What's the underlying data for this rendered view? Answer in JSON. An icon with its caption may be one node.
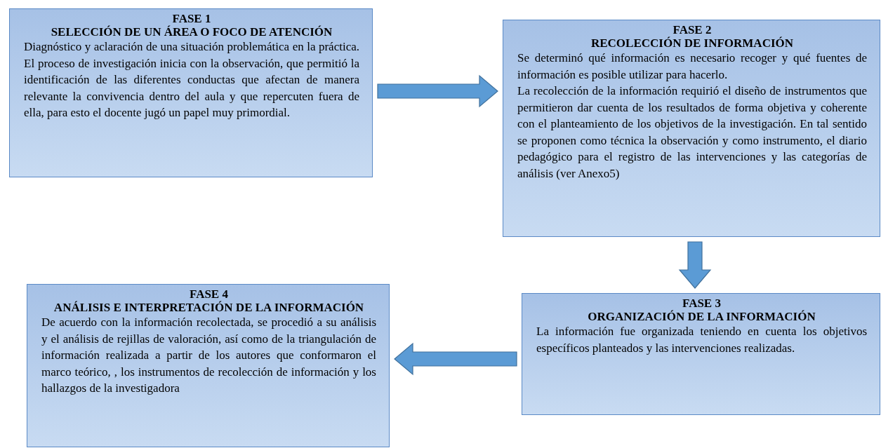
{
  "diagram": {
    "nodes": [
      {
        "text": [
          "FASE 1",
          "SELECCIÓN DE UN ÁREA O FOCO DE ATENCIÓN",
          "Diagnóstico y aclaración de una situación problemática en la práctica. El proceso de investigación inicia con la observación, que permitió la identificación de las diferentes conductas que afectan de manera relevante la convivencia dentro del aula y que repercuten fuera de ella, para esto el docente jugó un papel muy primordial."
        ]
      },
      {
        "text": [
          "FASE 2",
          "RECOLECCIÓN DE INFORMACIÓN",
          "Se determinó qué información es necesario recoger y qué fuentes de información es posible utilizar para hacerlo.",
          "La recolección de la información requirió el diseño de instrumentos que permitieron dar cuenta de los resultados de forma objetiva y coherente con el planteamiento de los objetivos de la investigación. En tal sentido se proponen como técnica la observación y como instrumento, el diario pedagógico para el registro de las intervenciones y las categorías de análisis (ver Anexo5)"
        ]
      },
      {
        "text": [
          "FASE 3",
          "ORGANIZACIÓN DE LA INFORMACIÓN",
          "La información fue organizada teniendo en cuenta los objetivos específicos planteados y las intervenciones realizadas."
        ]
      },
      {
        "text": [
          "FASE 4",
          "ANÁLISIS E INTERPRETACIÓN DE LA INFORMACIÓN",
          "De acuerdo con la información recolectada, se procedió a su análisis y el análisis de rejillas de valoración, así como de la triangulación de información realizada a partir de los autores que conformaron el marco teórico, , los instrumentos de recolección de información y los hallazgos de la investigadora"
        ]
      }
    ],
    "edges": [
      {
        "from": 0,
        "to": 1,
        "arrow": "to"
      },
      {
        "from": 1,
        "to": 2,
        "arrow": "to"
      },
      {
        "from": 2,
        "to": 3,
        "arrow": "to"
      }
    ]
  }
}
